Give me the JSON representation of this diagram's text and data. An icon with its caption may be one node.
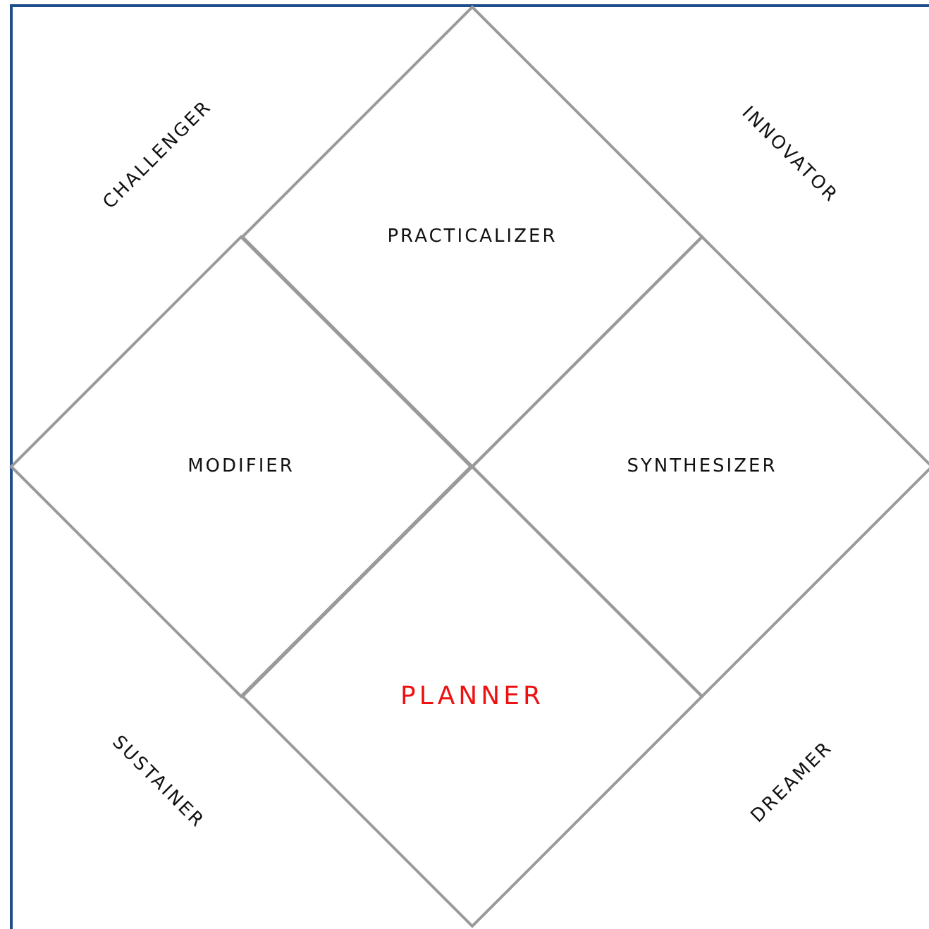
{
  "diagram": {
    "nodes": [
      {
        "text": [
          "PRACTICALIZER"
        ]
      },
      {
        "text": [
          "MODIFIER"
        ]
      },
      {
        "text": [
          "SYNTHESIZER"
        ]
      },
      {
        "text": [
          "PLANNER"
        ]
      }
    ],
    "edges": [],
    "labels": [
      "CHALLENGER",
      "INNOVATOR",
      "SUSTAINER",
      "DREAMER"
    ]
  }
}
